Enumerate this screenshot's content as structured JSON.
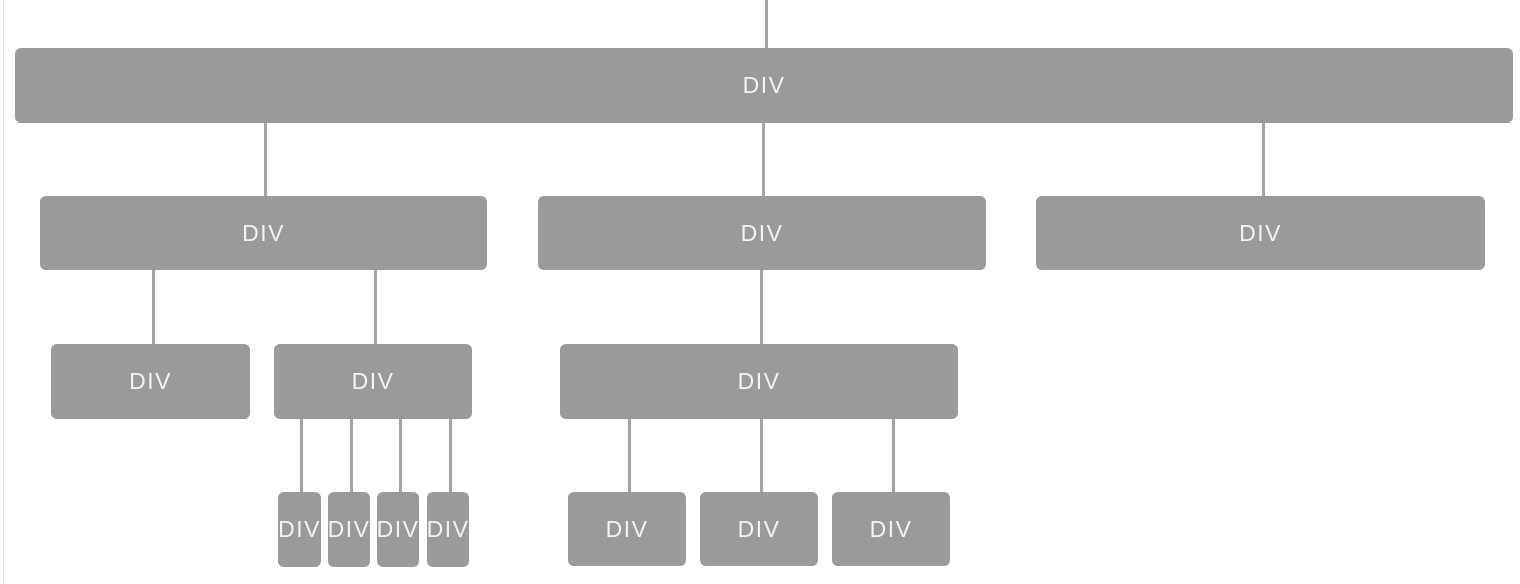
{
  "diagram": {
    "type": "dom-tree",
    "tree": {
      "label": "DIV",
      "children": [
        {
          "label": "DIV",
          "children": [
            {
              "label": "DIV",
              "children": []
            },
            {
              "label": "DIV",
              "children": [
                {
                  "label": "DIV"
                },
                {
                  "label": "DIV"
                },
                {
                  "label": "DIV"
                },
                {
                  "label": "DIV"
                }
              ]
            }
          ]
        },
        {
          "label": "DIV",
          "children": [
            {
              "label": "DIV",
              "children": [
                {
                  "label": "DIV"
                },
                {
                  "label": "DIV"
                },
                {
                  "label": "DIV"
                }
              ]
            }
          ]
        },
        {
          "label": "DIV",
          "children": []
        }
      ]
    },
    "colors": {
      "node_fill": "#9a9a9a",
      "node_text": "#f3f3f3",
      "connector": "#a5a5a5",
      "viewport_edge": "#e4e4e4",
      "background": "#ffffff"
    }
  }
}
